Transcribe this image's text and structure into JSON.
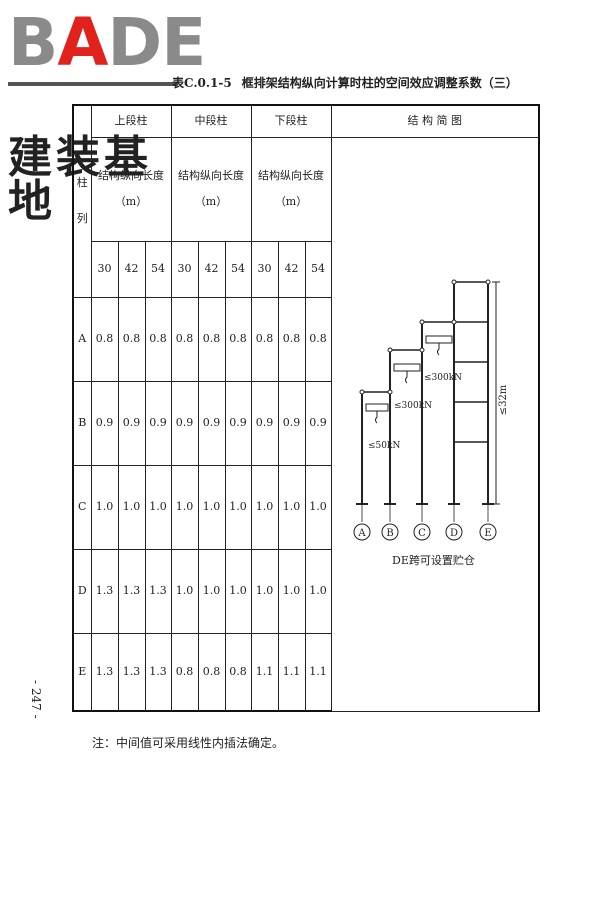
{
  "logo": {
    "brand_prefix": "B",
    "brand_accent": "A",
    "brand_suffix": "DE",
    "brand_cn": "建装基地",
    "accent_color": "#e0211c"
  },
  "title": {
    "number": "表C.0.1-5",
    "text": "框排架结构纵向计算时柱的空间效应调整系数（三）"
  },
  "table": {
    "col_label_top": "柱",
    "col_label_bottom": "列",
    "groups": [
      {
        "name": "上段柱",
        "length_label": "结构纵向长度",
        "unit": "（m）"
      },
      {
        "name": "中段柱",
        "length_label": "结构纵向长度",
        "unit": "（m）"
      },
      {
        "name": "下段柱",
        "length_label": "结构纵向长度",
        "unit": "（m）"
      }
    ],
    "lengths": [
      "30",
      "42",
      "54",
      "30",
      "42",
      "54",
      "30",
      "42",
      "54"
    ],
    "diagram_header": "结 构 简 图",
    "rows": [
      {
        "col": "A",
        "values": [
          "0.8",
          "0.8",
          "0.8",
          "0.8",
          "0.8",
          "0.8",
          "0.8",
          "0.8",
          "0.8"
        ]
      },
      {
        "col": "B",
        "values": [
          "0.9",
          "0.9",
          "0.9",
          "0.9",
          "0.9",
          "0.9",
          "0.9",
          "0.9",
          "0.9"
        ]
      },
      {
        "col": "C",
        "values": [
          "1.0",
          "1.0",
          "1.0",
          "1.0",
          "1.0",
          "1.0",
          "1.0",
          "1.0",
          "1.0"
        ]
      },
      {
        "col": "D",
        "values": [
          "1.3",
          "1.3",
          "1.3",
          "1.0",
          "1.0",
          "1.0",
          "1.0",
          "1.0",
          "1.0"
        ]
      },
      {
        "col": "E",
        "values": [
          "1.3",
          "1.3",
          "1.3",
          "0.8",
          "0.8",
          "0.8",
          "1.1",
          "1.1",
          "1.1"
        ]
      }
    ]
  },
  "diagram": {
    "axes": [
      "A",
      "B",
      "C",
      "D",
      "E"
    ],
    "crane_loads": [
      "≤50kN",
      "≤300kN",
      "≤300kN"
    ],
    "height_label": "≤32m",
    "caption": "DE跨可设置贮仓"
  },
  "page_number": "- 247 -",
  "note": "注：中间值可采用线性内插法确定。"
}
